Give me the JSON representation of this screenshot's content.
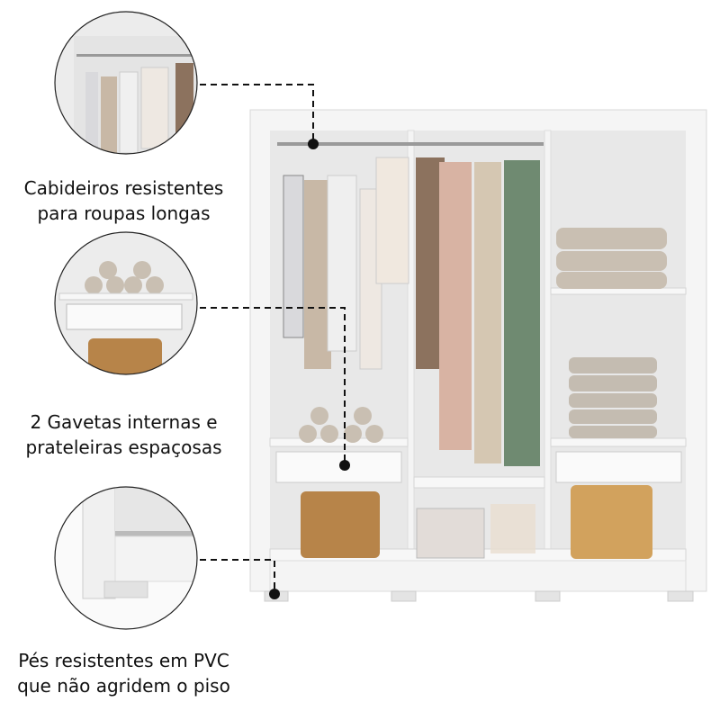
{
  "features": [
    {
      "line1": "Cabideiros resistentes",
      "line2": "para roupas longas"
    },
    {
      "line1": "2 Gavetas internas e",
      "line2": "prateleiras espaçosas"
    },
    {
      "line1": "Pés resistentes em PVC",
      "line2": "que não agridem o piso"
    }
  ],
  "colors": {
    "wardrobe": "#f4f4f4",
    "interior": "#e9e9e9",
    "towel": "#c9bfb2",
    "box": "#b78449",
    "dress_green": "#6f8a71",
    "dress_pink": "#d8b3a3",
    "callout_line": "#111111"
  }
}
